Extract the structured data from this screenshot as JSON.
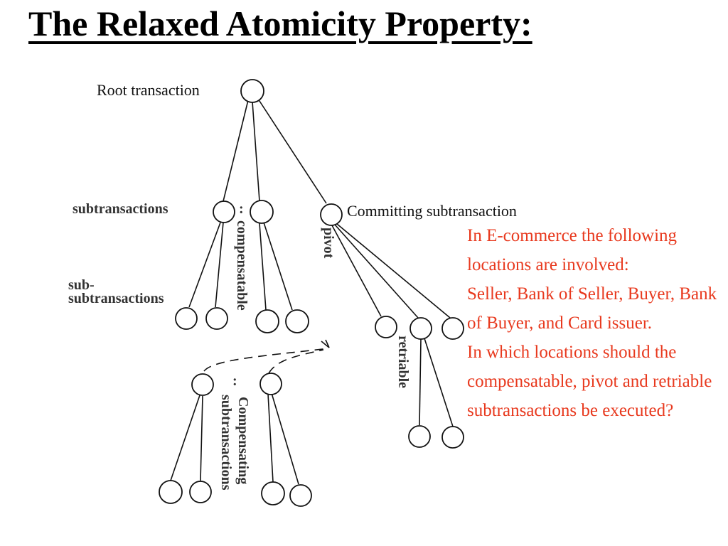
{
  "slide": {
    "title": "The Relaxed Atomicity Property:"
  },
  "diagram": {
    "root_label": "Root transaction",
    "subtransactions_label": "subtransactions",
    "sub_subtransactions_label_1": "sub-",
    "sub_subtransactions_label_2": "subtransactions",
    "compensatable_label": "compensatable",
    "pivot_label": "pivot",
    "committing_label": "Committing subtransaction",
    "retriable_label": "retriable",
    "compensating_label_1": "Compensating",
    "compensating_label_2": "subtransactions",
    "ellipsis": ":"
  },
  "question": {
    "line_1": "In E-commerce the following locations are involved:",
    "line_2": "Seller, Bank of Seller, Buyer, Bank of Buyer, and Card issuer.",
    "line_3": "In which locations should the compensatable, pivot and retriable subtransactions be executed?"
  },
  "colors": {
    "question_text": "#e8391e",
    "diagram_ink": "#111111"
  }
}
